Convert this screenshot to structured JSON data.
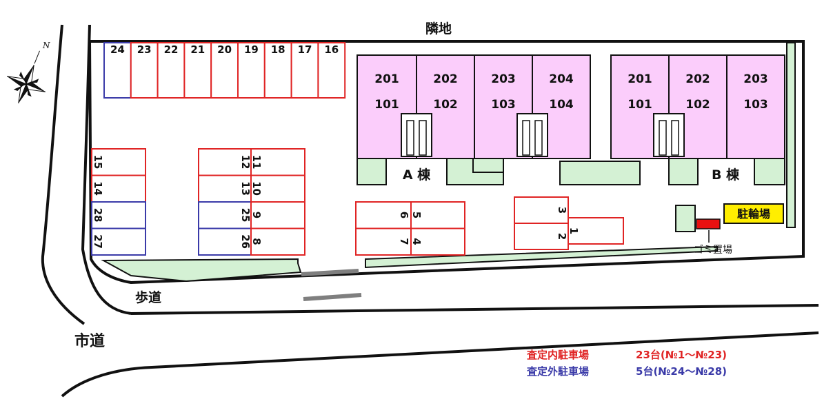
{
  "labels": {
    "neighbor": "隣地",
    "sidewalk": "歩道",
    "city_road": "市道",
    "building_a": "A 棟",
    "building_b": "B 棟",
    "bicycle_parking": "駐輪場",
    "garbage": "ゴミ置場",
    "north": "N"
  },
  "building_a_units": [
    {
      "upper": "201",
      "lower": "101"
    },
    {
      "upper": "202",
      "lower": "102"
    },
    {
      "upper": "203",
      "lower": "103"
    },
    {
      "upper": "204",
      "lower": "104"
    }
  ],
  "building_b_units": [
    {
      "upper": "201",
      "lower": "101"
    },
    {
      "upper": "202",
      "lower": "102"
    },
    {
      "upper": "203",
      "lower": "103"
    }
  ],
  "parking": {
    "top_row": [
      "24",
      "23",
      "22",
      "21",
      "20",
      "19",
      "18",
      "17",
      "16"
    ],
    "left_column": [
      "15",
      "14",
      "28",
      "27"
    ],
    "center_pairs": [
      {
        "left": "12",
        "right": "11"
      },
      {
        "left": "13",
        "right": "10"
      },
      {
        "left": "25",
        "right": "9"
      },
      {
        "left": "26",
        "right": "8"
      }
    ],
    "middle_pairs": [
      {
        "left": "6",
        "right": "5"
      },
      {
        "left": "7",
        "right": "4"
      }
    ],
    "right_group": [
      "3",
      "2",
      "1"
    ]
  },
  "legend": {
    "inside_label": "査定内駐車場",
    "inside_count": "23台(№1～№23)",
    "outside_label": "査定外駐車場",
    "outside_count": "5台(№24～№28)"
  },
  "colors": {
    "inside": "#e02424",
    "outside": "#3a3aa8",
    "building": "#fbcdfb",
    "green": "#d4f1d4",
    "bike": "#ffee00",
    "garbage": "#e81010"
  }
}
